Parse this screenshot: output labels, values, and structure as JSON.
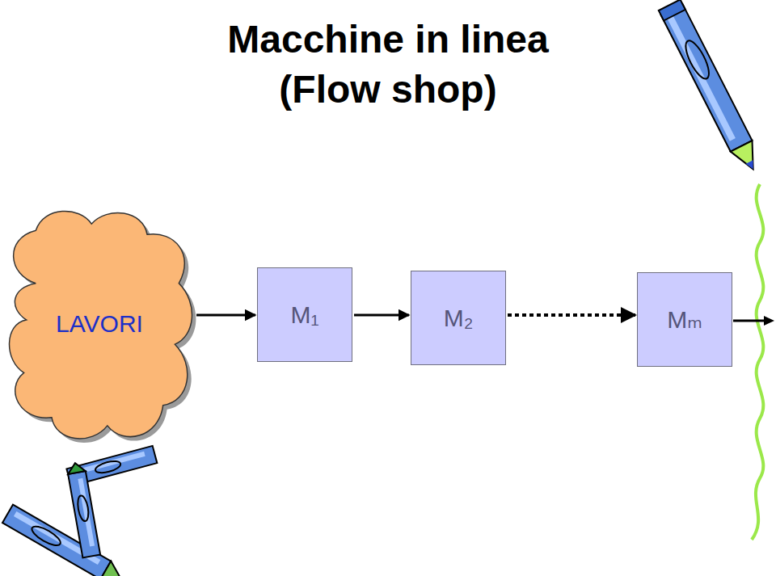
{
  "diagram": {
    "title": "Macchine in linea (Flow shop)",
    "nodes": [
      {
        "text": [
          "LAVORI"
        ]
      },
      {
        "text": [
          "M₁"
        ]
      },
      {
        "text": [
          "M₂"
        ]
      },
      {
        "text": [
          "Mₘ"
        ]
      }
    ],
    "edges": [
      {
        "from": 0,
        "to": 1,
        "arrow": "to"
      },
      {
        "from": 1,
        "to": 2,
        "arrow": "to"
      },
      {
        "from": 2,
        "to": 3,
        "arrow": "to"
      }
    ]
  }
}
